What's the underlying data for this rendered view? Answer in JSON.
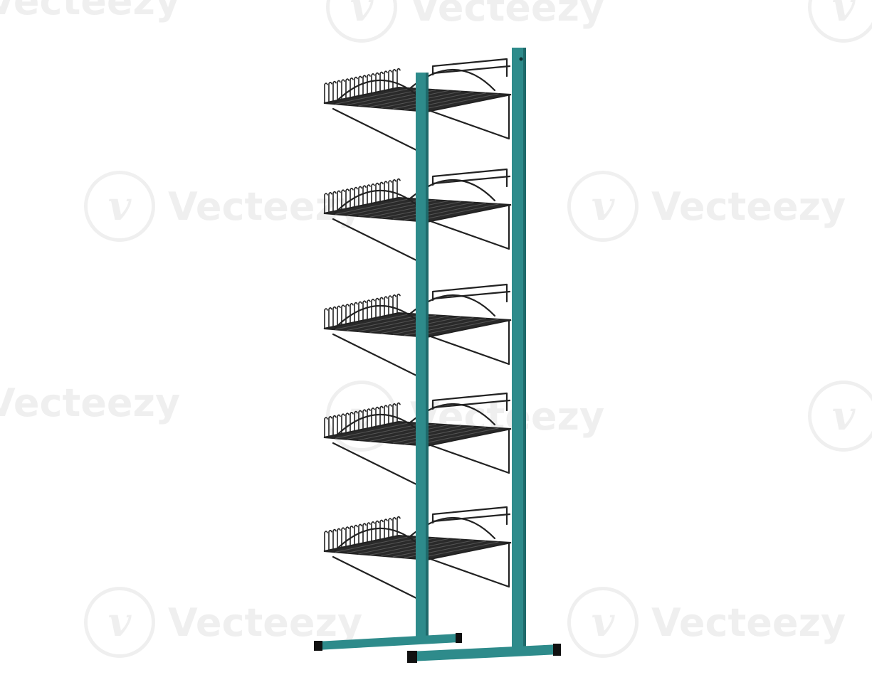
{
  "watermark": {
    "text": "Vecteezy",
    "logo_glyph": "v"
  },
  "object": {
    "description_name": "shoe-rack",
    "frame_color": "#2e8b8b",
    "frame_shade": "#1f6a6b",
    "wire_color": "#222222",
    "foot_cap_color": "#111111",
    "shelf_count": 5
  }
}
